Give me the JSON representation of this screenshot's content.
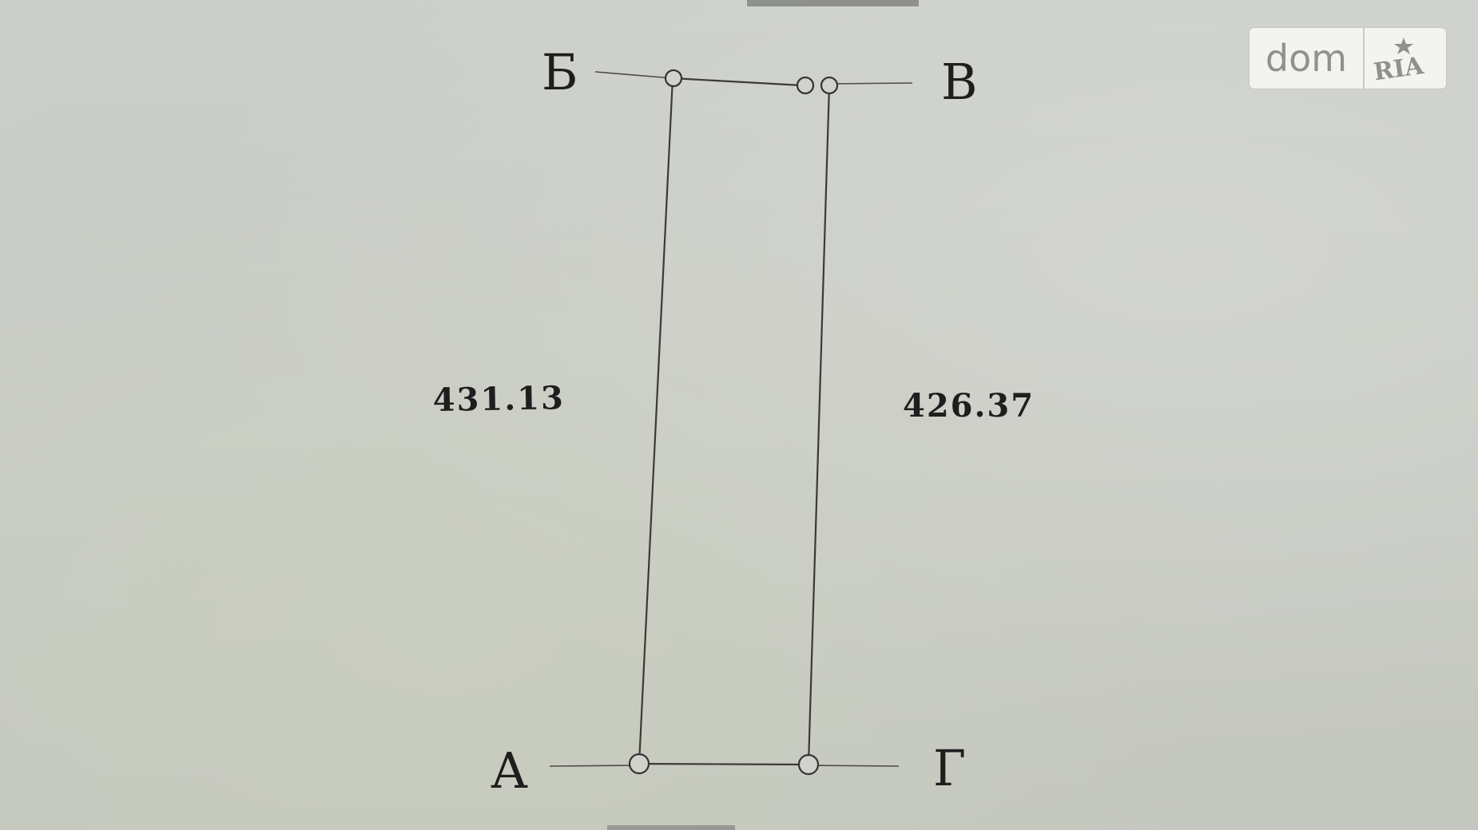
{
  "points": {
    "A": "А",
    "B": "Б",
    "V": "В",
    "G": "Г"
  },
  "dimensions": {
    "left_side": "431.13",
    "right_side": "426.37"
  },
  "watermark": {
    "part1": "dom",
    "part2": "RIA"
  },
  "colors": {
    "paper": "#c9ccc6",
    "ink": "#1e1e1e",
    "logo_bg": "#f3f3f1",
    "logo_text": "#8f918e"
  }
}
